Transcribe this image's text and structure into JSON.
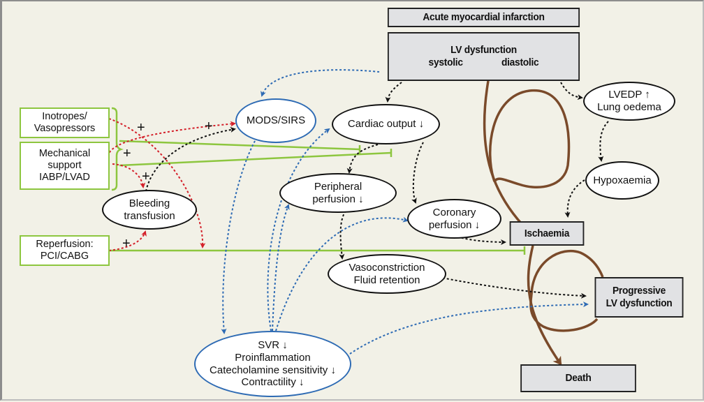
{
  "diagram": {
    "colors": {
      "background": "#f2f1e7",
      "box_fill": "#e1e2e4",
      "therapy_border": "#8dc63f",
      "positive_arrow": "#d4202a",
      "causal_arrow": "#111111",
      "inflammatory_arrow": "#2e6bb4",
      "vicious_cycle": "#7a4a2a"
    },
    "nodes": {
      "ami": "Acute myocardial infarction",
      "lv_dysfunction": {
        "title": "LV dysfunction",
        "left": "systolic",
        "right": "diastolic"
      },
      "mods_sirs": "MODS/SIRS",
      "cardiac_output": "Cardiac output ↓",
      "lvedp": {
        "line1": "LVEDP ↑",
        "line2": "Lung oedema"
      },
      "hypoxaemia": "Hypoxaemia",
      "peripheral_perfusion": {
        "line1": "Peripheral",
        "line2": "perfusion ↓"
      },
      "coronary_perfusion": {
        "line1": "Coronary",
        "line2": "perfusion ↓"
      },
      "ischaemia": "Ischaemia",
      "vasoconstriction": {
        "line1": "Vasoconstriction",
        "line2": "Fluid retention"
      },
      "progressive_lv": {
        "line1": "Progressive",
        "line2": "LV dysfunction"
      },
      "death": "Death",
      "bleeding": {
        "line1": "Bleeding",
        "line2": "transfusion"
      },
      "svr": {
        "line1": "SVR ↓",
        "line2": "Proinflammation",
        "line3": "Catecholamine sensitivity ↓",
        "line4": "Contractility ↓"
      }
    },
    "therapies": {
      "inotropes": {
        "line1": "Inotropes/",
        "line2": "Vasopressors"
      },
      "mechanical": {
        "line1": "Mechanical",
        "line2": "support",
        "line3": "IABP/LVAD"
      },
      "reperfusion": {
        "line1": "Reperfusion:",
        "line2": "PCI/CABG"
      }
    },
    "plus_sign": "+"
  }
}
